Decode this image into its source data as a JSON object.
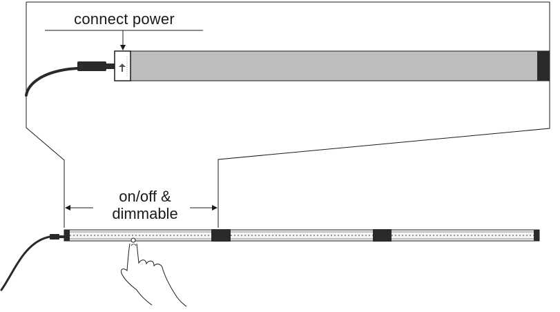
{
  "diagram": {
    "labels": {
      "connect_power": "connect power",
      "onoff_line1": "on/off &",
      "onoff_line2": "dimmable"
    },
    "colors": {
      "stroke": "#1a1a1a",
      "bar_fill": "#bdbdbd",
      "endcap": "#2a2a2a",
      "strip_body": "#f4f4f4"
    },
    "icons": [
      "arrow-icon",
      "hand-icon",
      "power-plug-icon"
    ]
  }
}
